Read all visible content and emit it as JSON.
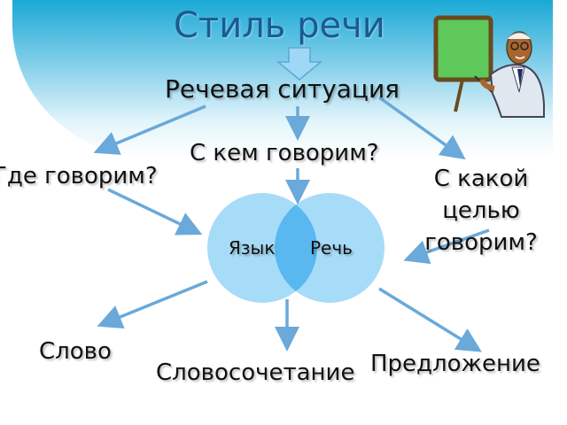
{
  "labels": {
    "title": "Стиль речи",
    "situation": "Речевая ситуация",
    "who": "С кем говорим?",
    "where": "Где говорим?",
    "purpose": "С какой целью говорим?",
    "language": "Язык",
    "speech": "Речь",
    "word": "Слово",
    "phrase": "Словосочетание",
    "sentence": "Предложение"
  },
  "colors": {
    "banner": "#1aa9d6",
    "circle": "#9fd8f7",
    "circle_overlap": "#55b6ee",
    "arrow": "#6aa9d9",
    "title": "#1c5a92"
  },
  "icons": {
    "teacher": "teacher-at-board-icon",
    "top_arrow": "block-arrow-down-icon"
  }
}
